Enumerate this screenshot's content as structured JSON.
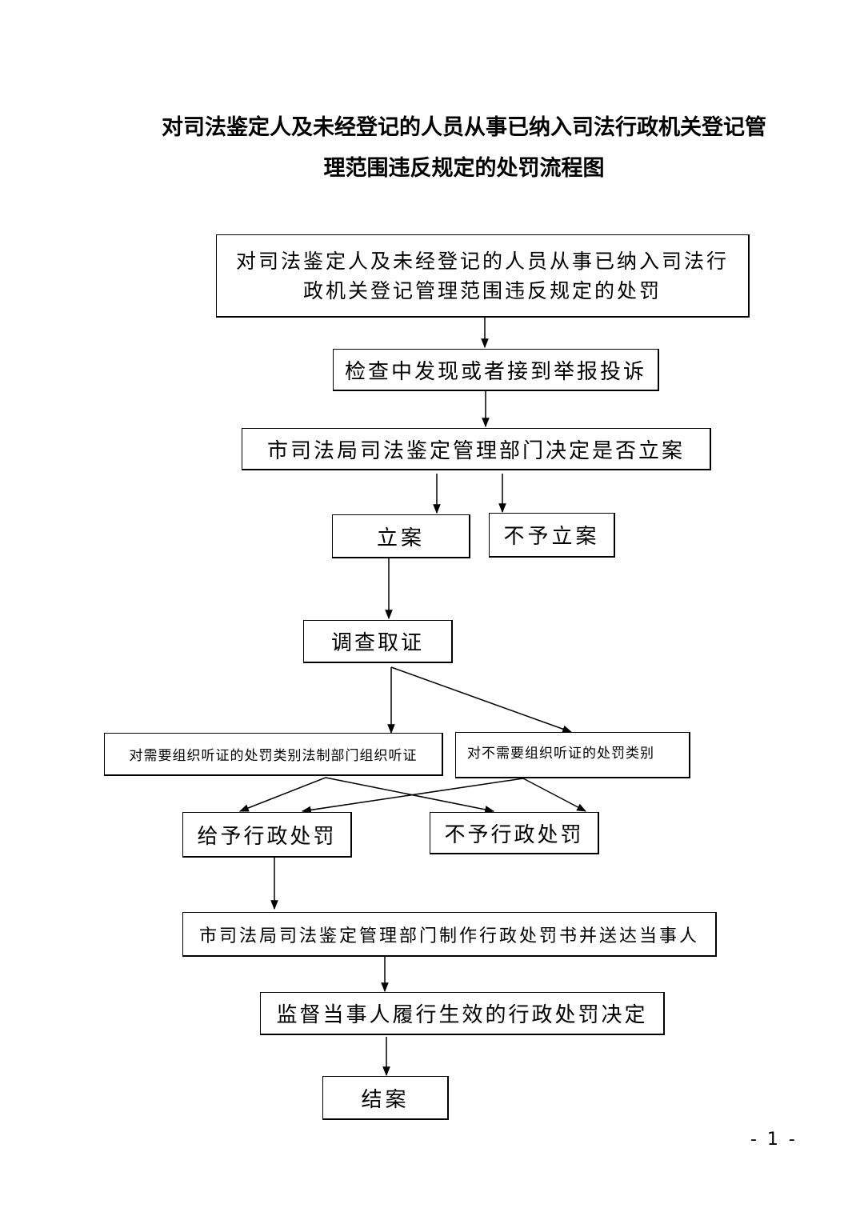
{
  "title": {
    "line1": "对司法鉴定人及未经登记的人员从事已纳入司法行政机关登记管",
    "line2": "理范围违反规定的处罚流程图"
  },
  "nodes": {
    "start_line1": "对司法鉴定人及未经登记的人员从事已纳入司法行",
    "start_line2": "政机关登记管理范围违反规定的处罚",
    "discover": "检查中发现或者接到举报投诉",
    "decide_filing": "市司法局司法鉴定管理部门决定是否立案",
    "file_case": "立案",
    "no_filing": "不予立案",
    "investigate": "调查取证",
    "hearing_required": "对需要组织听证的处罚类别法制部门组织听证",
    "hearing_not_required": "对不需要组织听证的处罚类别",
    "impose_penalty": "给予行政处罚",
    "no_penalty": "不予行政处罚",
    "issue_decision": "市司法局司法鉴定管理部门制作行政处罚书并送达当事人",
    "supervise": "监督当事人履行生效的行政处罚决定",
    "close_case": "结案"
  },
  "footer": {
    "page_number": "- 1 -"
  }
}
